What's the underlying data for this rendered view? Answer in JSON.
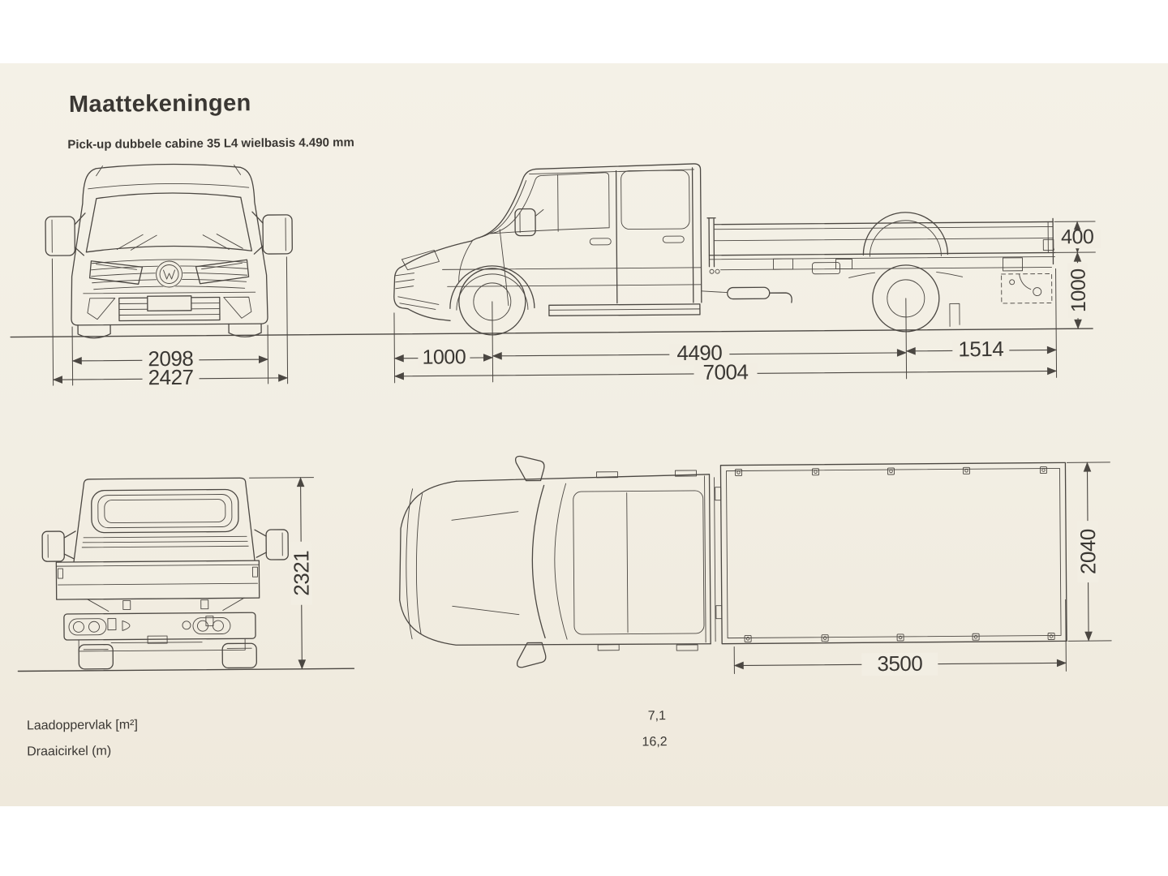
{
  "page": {
    "title": "Maattekeningen",
    "subtitle": "Pick-up dubbele cabine 35 L4 wielbasis 4.490 mm"
  },
  "dimensions": {
    "front": {
      "cab_width": "2098",
      "overall_width": "2427"
    },
    "side": {
      "front_overhang": "1000",
      "wheelbase": "4490",
      "rear_overhang": "1514",
      "overall_length": "7004",
      "dropside_height": "400",
      "load_floor_height": "1000"
    },
    "rear": {
      "overall_height": "2321"
    },
    "top": {
      "load_bed_width": "2040",
      "load_bed_length": "3500"
    }
  },
  "specs": [
    {
      "label": "Laadoppervlak [m²]",
      "value": "7,1"
    },
    {
      "label": "Draaicirkel (m)",
      "value": "16,2"
    }
  ],
  "colors": {
    "paper": "#f2eee3",
    "line": "#4b4742",
    "text": "#3a3733"
  }
}
